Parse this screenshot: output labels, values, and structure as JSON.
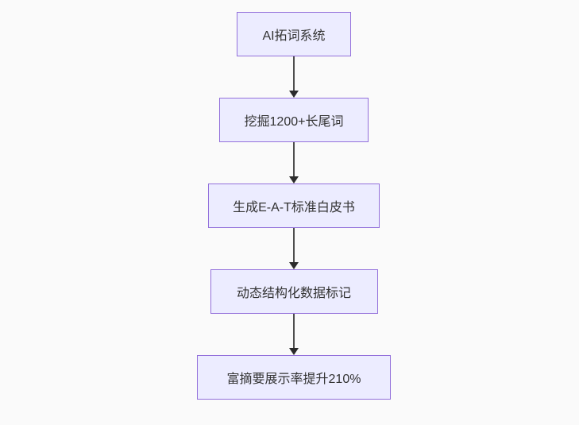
{
  "diagram": {
    "type": "flowchart",
    "direction": "top-down",
    "nodes": [
      {
        "id": 1,
        "label": "AI拓词系统"
      },
      {
        "id": 2,
        "label": "挖掘1200+长尾词"
      },
      {
        "id": 3,
        "label": "生成E-A-T标准白皮书"
      },
      {
        "id": 4,
        "label": "动态结构化数据标记"
      },
      {
        "id": 5,
        "label": "富摘要展示率提升210%"
      }
    ],
    "edges": [
      {
        "from": 1,
        "to": 2,
        "style": "arrow"
      },
      {
        "from": 2,
        "to": 3,
        "style": "arrow"
      },
      {
        "from": 3,
        "to": 4,
        "style": "arrow"
      },
      {
        "from": 4,
        "to": 5,
        "style": "arrow"
      }
    ],
    "colors": {
      "background": "#FAFAFA",
      "node_fill": "#ECECFF",
      "node_border": "#9370DB",
      "node_text": "#333333",
      "arrow_line": "#4D4D4D",
      "arrow_head": "#2B2B2B"
    }
  }
}
